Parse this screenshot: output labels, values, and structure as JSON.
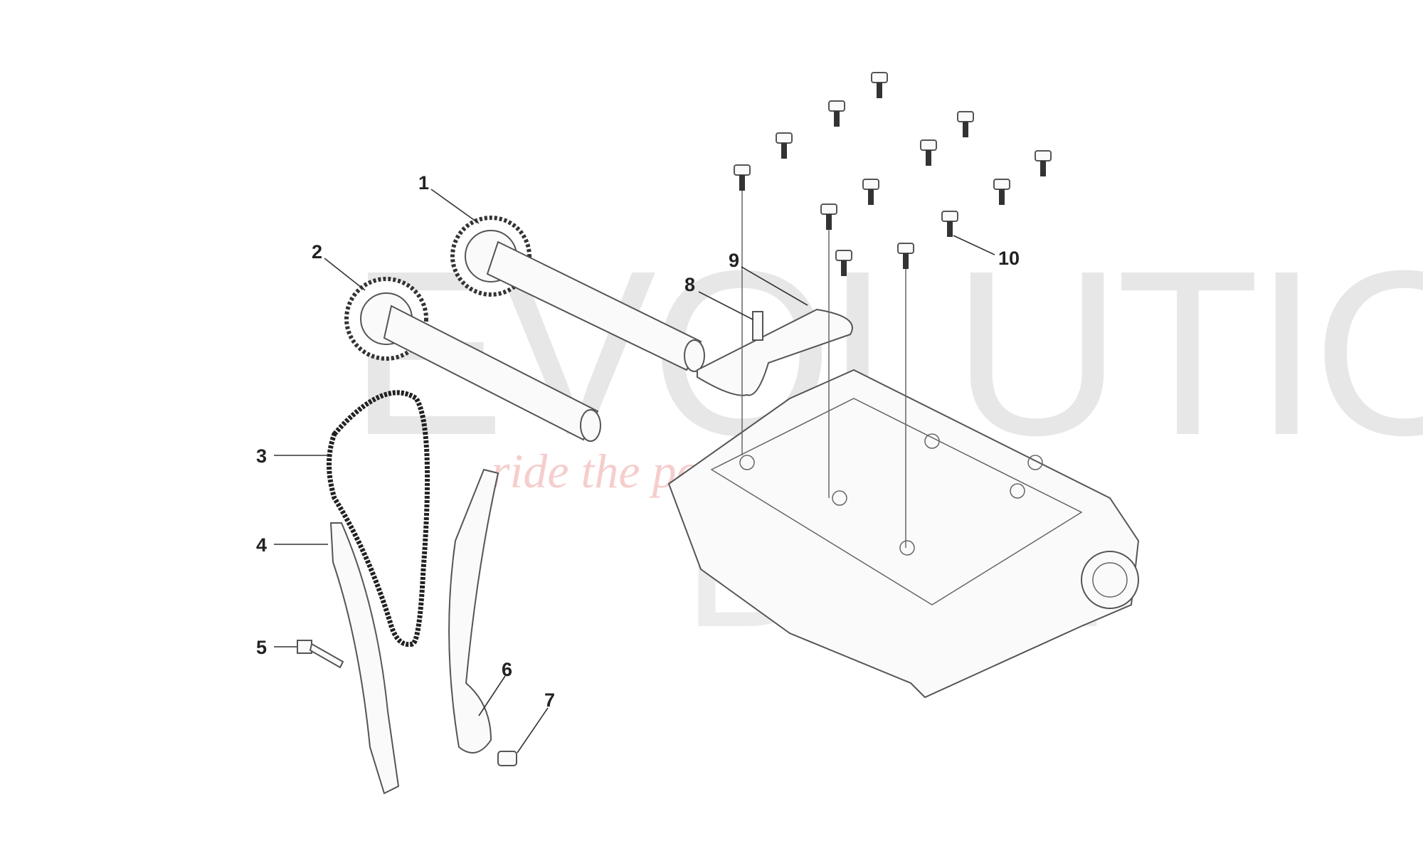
{
  "diagram": {
    "callouts": [
      "1",
      "2",
      "3",
      "4",
      "5",
      "6",
      "7",
      "8",
      "9",
      "10"
    ],
    "watermark": {
      "brand_top": "EVOLUTION",
      "brand_bottom": "BIKE",
      "tagline": "ride the power"
    }
  }
}
